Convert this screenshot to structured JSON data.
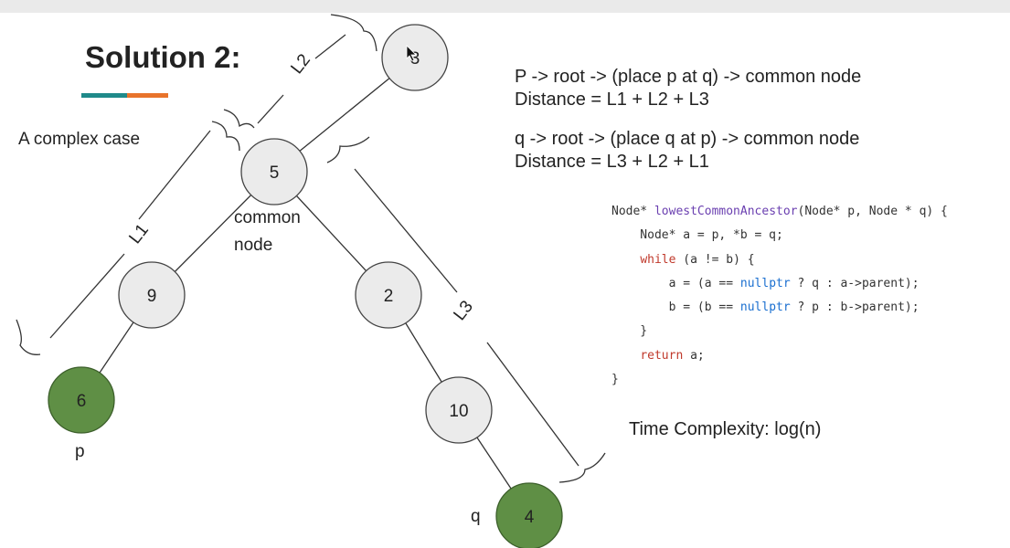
{
  "slide": {
    "title": "Solution 2:",
    "subtitle": "A complex case",
    "accent_colors": [
      "#1f8a8a",
      "#e8732b"
    ]
  },
  "tree": {
    "nodes": [
      {
        "id": "n3",
        "label": "3",
        "fill": "#ebebeb"
      },
      {
        "id": "n5",
        "label": "5",
        "fill": "#ebebeb"
      },
      {
        "id": "n9",
        "label": "9",
        "fill": "#ebebeb"
      },
      {
        "id": "n2",
        "label": "2",
        "fill": "#ebebeb"
      },
      {
        "id": "n6",
        "label": "6",
        "fill": "#5f8f45"
      },
      {
        "id": "n10",
        "label": "10",
        "fill": "#ebebeb"
      },
      {
        "id": "n4",
        "label": "4",
        "fill": "#5f8f45"
      }
    ],
    "edges": [
      [
        "n3",
        "n5"
      ],
      [
        "n5",
        "n9"
      ],
      [
        "n5",
        "n2"
      ],
      [
        "n9",
        "n6"
      ],
      [
        "n2",
        "n10"
      ],
      [
        "n10",
        "n4"
      ]
    ],
    "common_node_label_line1": "common",
    "common_node_label_line2": "node",
    "p_label": "p",
    "q_label": "q",
    "segments": [
      "L1",
      "L2",
      "L3"
    ]
  },
  "formulas": {
    "p_path": "P -> root -> (place p at q) -> common node",
    "p_distance": "Distance = L1 + L2 + L3",
    "q_path": "q -> root -> (place q at p) -> common node",
    "q_distance": "Distance = L3 + L2 + L1"
  },
  "code": {
    "sig_type": "Node* ",
    "sig_fn": "lowestCommonAncestor",
    "sig_rest": "(Node* p, Node * q) {",
    "decl": "    Node* a = p, *b = q;",
    "while_kw": "while",
    "while_rest": " (a != b) {",
    "a_prefix": "        a = (a == ",
    "a_suffix": " ? q : a->parent);",
    "b_prefix": "        b = (b == ",
    "b_suffix": " ? p : b->parent);",
    "nullptr": "nullptr",
    "close_inner": "    }",
    "return_kw": "return",
    "return_rest": " a;",
    "close_outer": "}"
  },
  "complexity": "Time Complexity: log(n)"
}
